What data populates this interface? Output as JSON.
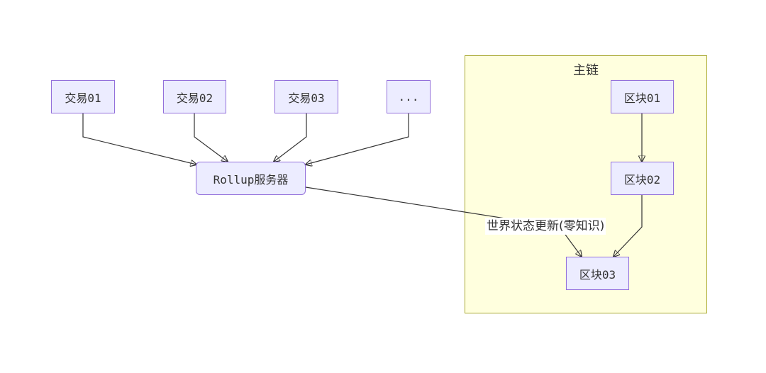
{
  "cluster": {
    "label": "主链"
  },
  "nodes": {
    "tx1": "交易01",
    "tx2": "交易02",
    "tx3": "交易03",
    "more": "...",
    "rollup": "Rollup服务器",
    "block1": "区块01",
    "block2": "区块02",
    "block3": "区块03"
  },
  "edges": {
    "rollup_to_block3_label": "世界状态更新(零知识)"
  },
  "colors": {
    "node_fill": "#ececff",
    "node_border": "#9370db",
    "cluster_fill": "#ffffde",
    "cluster_border": "#aaaa33",
    "edge": "#333333"
  }
}
